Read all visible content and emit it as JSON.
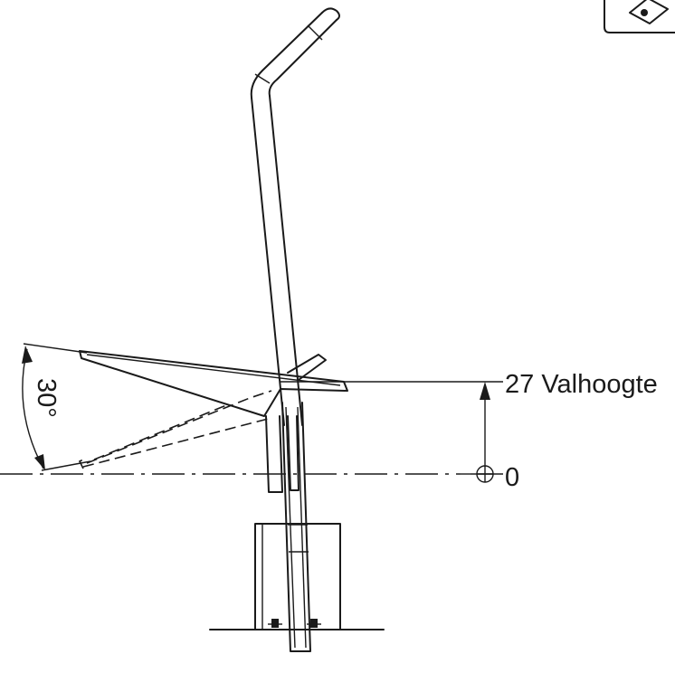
{
  "diagram": {
    "fall_height_label": "27 Valhoogte",
    "ground_label": "0",
    "angle_label": "30°"
  },
  "icons": {
    "corner_symbol": "installation-symbol-icon"
  },
  "colors": {
    "line": "#1a1a1a",
    "background": "#ffffff"
  }
}
